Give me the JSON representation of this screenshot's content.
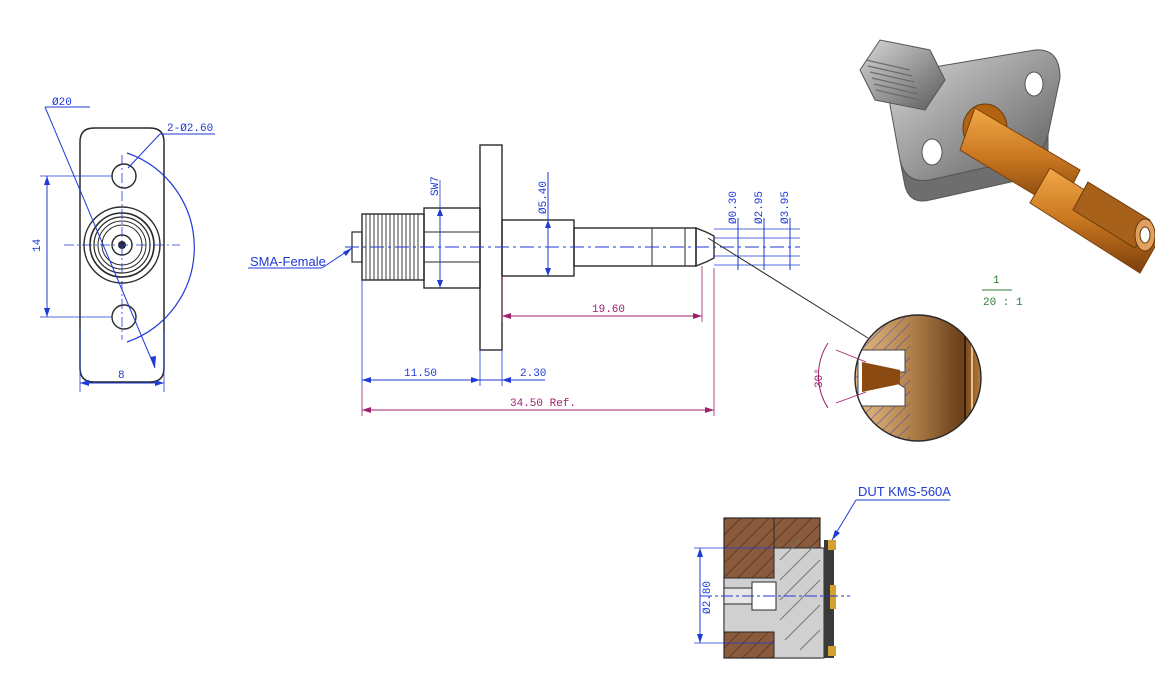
{
  "diagram": {
    "colors": {
      "ink": "#2a2a2a",
      "dim_blue": "#1f3ad6",
      "dim_magenta": "#a0206e",
      "scale_green": "#2e7d32",
      "copper": "#c8761f",
      "steel": "#9a9a9a",
      "wood": "#8a5a3c"
    },
    "front_view": {
      "dia_20": "Ø20",
      "holes": "2-Ø2.60",
      "height_14": "14",
      "width_8": "8"
    },
    "side_view": {
      "connector_label": "SMA-Female",
      "sw7": "SW7",
      "dia_5_40": "Ø5.40",
      "dia_0_30": "Ø0.30",
      "dia_2_95": "Ø2.95",
      "dia_3_95": "Ø3.95",
      "len_19_60": "19.60",
      "len_11_50": "11.50",
      "len_2_30": "2.30",
      "len_34_50": "34.50 Ref."
    },
    "detail": {
      "scale_num": "1",
      "scale_den": "20 : 1",
      "angle": "30°"
    },
    "fixture": {
      "dut_label": "DUT KMS-560A",
      "dia_2_80": "Ø2.80"
    }
  }
}
